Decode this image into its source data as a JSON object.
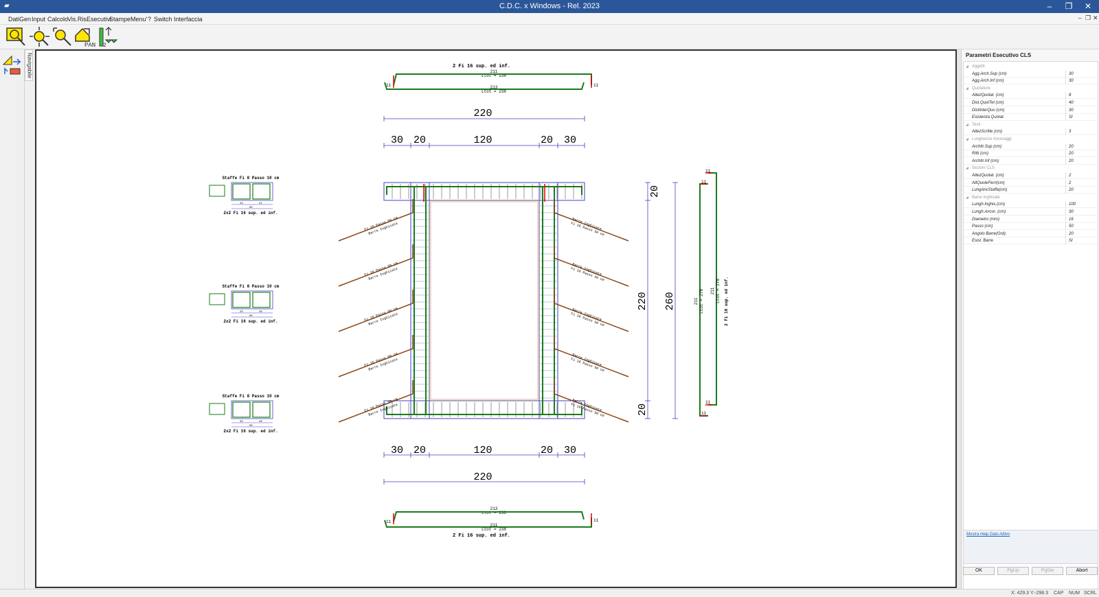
{
  "window": {
    "title": "C.D.C. x Windows - Rel. 2023"
  },
  "menu": [
    "DatiGen",
    "Input",
    "Calcolo",
    "Vis.Ris.",
    "Esecutivi",
    "Stampe",
    "Menu'",
    "?",
    "Switch Interfaccia"
  ],
  "toolbar": {
    "tools": [
      {
        "icon": "zoom-window-icon"
      },
      {
        "icon": "zoom-extents-icon"
      },
      {
        "icon": "zoom-dynamic-icon"
      },
      {
        "icon": "pan-icon",
        "label": "PAN"
      },
      {
        "icon": "move-element-icon",
        "label": "2"
      }
    ]
  },
  "side_tab": {
    "label": "Navigabile"
  },
  "panel": {
    "title": "Parametri Esecutivo CLS",
    "categories": [
      {
        "name": "Aggetti",
        "props": [
          {
            "label": "Agg.Arch.Sup (cm)",
            "value": "30"
          },
          {
            "label": "Agg.Arch.Inf (cm)",
            "value": "30"
          }
        ]
      },
      {
        "name": "Quotature",
        "props": [
          {
            "label": "AltezQuotat. (cm)",
            "value": "8"
          },
          {
            "label": "Dist.QuotTel (cm)",
            "value": "40"
          },
          {
            "label": "DistInterQuo (cm)",
            "value": "30"
          },
          {
            "label": "Esistenza Quotat.",
            "value": "SI"
          }
        ]
      },
      {
        "name": "Testi",
        "props": [
          {
            "label": "AltezScritte (cm)",
            "value": "3"
          }
        ]
      },
      {
        "name": "Lunghezze Ancoraggi",
        "props": [
          {
            "label": "Architr.Sup (cm)",
            "value": "20"
          },
          {
            "label": "Ritti      (cm)",
            "value": "20"
          },
          {
            "label": "Architr.Inf (cm)",
            "value": "20"
          }
        ]
      },
      {
        "name": "Sezioni CLS",
        "props": [
          {
            "label": "AltezQuotat. (cm)",
            "value": "2"
          },
          {
            "label": "AltQuoteFerri(cm)",
            "value": "2"
          },
          {
            "label": "LungAncStaffa(cm)",
            "value": "20"
          }
        ]
      },
      {
        "name": "Barre Inghisate",
        "props": [
          {
            "label": "Lungh.Inghis.(cm)",
            "value": "100"
          },
          {
            "label": "Lungh.Ancor. (cm)",
            "value": "30"
          },
          {
            "label": "Diametro     (mm)",
            "value": "16"
          },
          {
            "label": "Passo      (cm)",
            "value": "50"
          },
          {
            "label": "Angolo Barre(Grd)",
            "value": "20"
          },
          {
            "label": "Esist. Barre",
            "value": "SI"
          }
        ]
      }
    ],
    "help_link": "Mostra Help Dato Attivo",
    "buttons": {
      "ok": "OK",
      "pgup": "PgUp",
      "pgdw": "PgDw",
      "abort": "Abort"
    }
  },
  "drawing": {
    "top_bar_label": "2 Fi 16 sup. ed inf.",
    "top_bar_len1": "211",
    "top_bar_ltot1": "Ltot =  238",
    "top_bar_len2": "213",
    "top_bar_ltot2": "Ltot =  238",
    "hook": "11",
    "dim_total": "220",
    "dims": [
      "30",
      "20",
      "120",
      "20",
      "30"
    ],
    "dim_vert_inner": [
      "20",
      "220",
      "20"
    ],
    "dim_vert_total": "260",
    "bot_bar_len1": "213",
    "bot_bar_ltot1": "Ltot =  238",
    "bot_bar_len2": "211",
    "bot_bar_ltot2": "Ltot =  238",
    "bot_bar_label": "2 Fi 16 sup. ed inf.",
    "sections": [
      {
        "title": "Staffe Fi 8 Passo 10 cm",
        "note": "2x2 Fi 16 sup. ed inf.",
        "d1": "24",
        "d2": "21",
        "d3": "65"
      },
      {
        "title": "Staffe Fi 8 Passo 10 cm",
        "note": "2x2 Fi 16 sup. ed inf.",
        "d1": "23",
        "d2": "29",
        "d3": "65"
      },
      {
        "title": "Staffe Fi 8 Passo 10 cm",
        "note": "2x2 Fi 16 sup. ed inf.",
        "d1": "33",
        "d2": "29",
        "d3": "65"
      }
    ],
    "inclined_left": [
      "Fi 16 Passo 50 cm",
      "Fi 16 Passo 50 cm",
      "Fi 16 Passo 50 cm",
      "Fi 16 Passo 50 cm",
      "Fi 16 Passo 50 cm"
    ],
    "inclined_note": "Barre Inghisate",
    "vertical_bar": {
      "len": "211",
      "ltot": "Ltot =  278",
      "len2": "211",
      "ltot2": "Ltot =  278",
      "label": "2 Fi 16 sup. ed inf."
    }
  },
  "status": {
    "coords": "X: 429.3  Y:-298.3",
    "cap": "CAP",
    "num": "NUM",
    "scrl": "SCRL"
  }
}
